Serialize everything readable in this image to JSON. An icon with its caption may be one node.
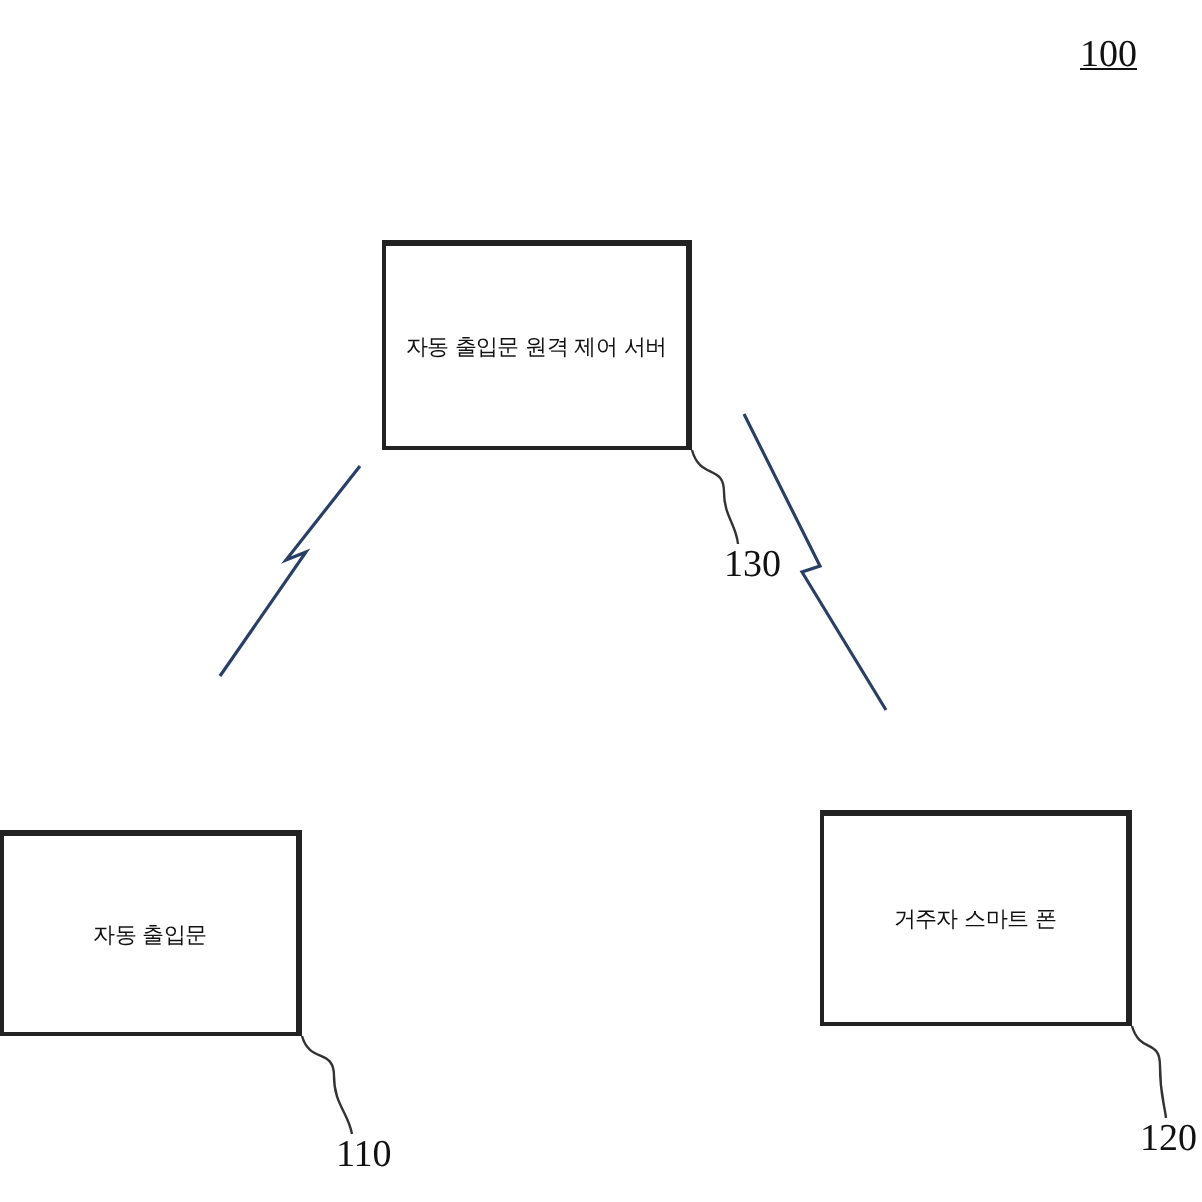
{
  "diagram": {
    "nodes": [
      {
        "text": [
          "자동 출입문 원격 제어 서버"
        ]
      },
      {
        "text": [
          "자동 출입문"
        ]
      },
      {
        "text": [
          "거주자 스마트 폰"
        ]
      },
      {
        "text": [
          "130"
        ]
      },
      {
        "text": [
          "110"
        ]
      },
      {
        "text": [
          "120"
        ]
      }
    ],
    "edges": [
      {
        "from": 3,
        "to": 0,
        "arrow": "none"
      },
      {
        "from": 4,
        "to": 1,
        "arrow": "none"
      },
      {
        "from": 5,
        "to": 2,
        "arrow": "none"
      }
    ],
    "labels": [
      "100"
    ]
  }
}
